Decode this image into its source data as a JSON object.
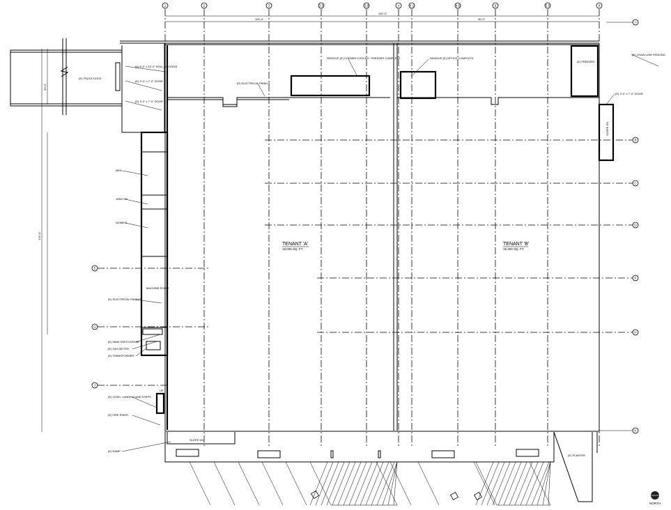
{
  "grid": {
    "columns": [
      "1",
      "2",
      "3",
      "3.5",
      "3.8",
      "4",
      "4.1",
      "4.5",
      "5",
      "5.5",
      "6"
    ],
    "rows_right": [
      "A",
      "B",
      "C",
      "D",
      "F",
      "H",
      "K"
    ],
    "rows_left": [
      "E",
      "G",
      "J"
    ]
  },
  "dimensions": {
    "overall": "190'-0\"",
    "tenant_a_width": "100'-0\"",
    "tenant_b_width": "90'-0\"",
    "depth": "176'-0\"",
    "dock_depth": "30'-0\""
  },
  "tenants": [
    {
      "name": "TENANT 'A'",
      "area": "18,005 SQ. FT."
    },
    {
      "name": "TENANT 'B'",
      "area": "15,300 SQ. FT."
    }
  ],
  "labels": {
    "truck_dock": "(E) TRUCK DOCK",
    "rollup_door": "(E) 8'-0\" x 10'-0\" ROLL-UP DOOR",
    "door1": "(E) 3'-0\" x 7'-0\" DOOR",
    "door2": "(E) 3'-0\" x 7'-0\" DOOR",
    "electrical_panels_top": "(E) ELECTRICAL PANELS",
    "remove_cooler": "REMOVE (E) CORNER COOLER / FREEZER COMPLETE",
    "remove_office": "REMOVE (E) OFFICE COMPLETE",
    "freezer": "(E) FREEZER",
    "chain_link": "(E) CHAIN LINK FENCING",
    "door_right": "(E) 3'-0\" x 7'-0\" DOOR",
    "slope": "SLOPE DN",
    "men": "MEN",
    "janitor": "JANITOR",
    "women": "WOMEN",
    "machine_room": "MACHINE ROOM",
    "electrical_panels_left": "(E) ELECTRICAL PANELS",
    "main_switchgear": "(E) MAIN SWITCHGEAR",
    "gas_meter": "(E) GAS METER",
    "transformer": "(E) TRANSFORMER",
    "landing": "(E) CONC. LANDING AND STEPS",
    "up": "UP",
    "fire_riser": "(E) FIRE RISER",
    "ramp": "(E) RAMP",
    "ramp_slope": "SLOPE DN",
    "planter": "(E) PLANTER",
    "north": "NORTH"
  }
}
